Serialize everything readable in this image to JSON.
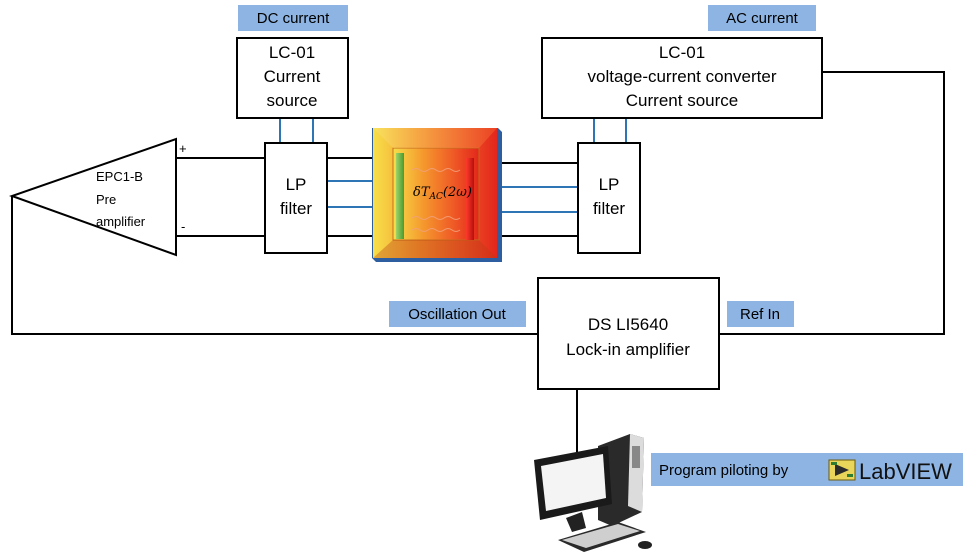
{
  "labels": {
    "dc_current": "DC current",
    "ac_current": "AC current",
    "oscillation_out": "Oscillation Out",
    "ref_in": "Ref In",
    "program_piloting": "Program piloting by",
    "labview": "LabVIEW"
  },
  "dc_source": {
    "line1": "LC-01",
    "line2": "Current",
    "line3": "source"
  },
  "ac_source": {
    "line1": "LC-01",
    "line2": "voltage-current converter",
    "line3": "Current source"
  },
  "left_filter": {
    "line1": "LP",
    "line2": "filter"
  },
  "right_filter": {
    "line1": "LP",
    "line2": "filter"
  },
  "preamp": {
    "line1": "EPC1-B",
    "line2": "Pre",
    "line3": "amplifier",
    "plus": "+",
    "minus": "-"
  },
  "lockin": {
    "line1": "DS LI5640",
    "line2": "Lock-in amplifier"
  },
  "sample": {
    "label": "δT",
    "subscript": "AC",
    "suffix": "(2ω)"
  },
  "colors": {
    "tag_background": "#8db4e2",
    "signal_line": "#2e75b6",
    "sample_hot": "#e52d1e",
    "sample_cold": "#f8d43a",
    "cold_electrode": "#6ab04c",
    "hot_electrode": "#d11a1a"
  },
  "icons": [
    "computer-icon",
    "labview-logo-icon"
  ]
}
